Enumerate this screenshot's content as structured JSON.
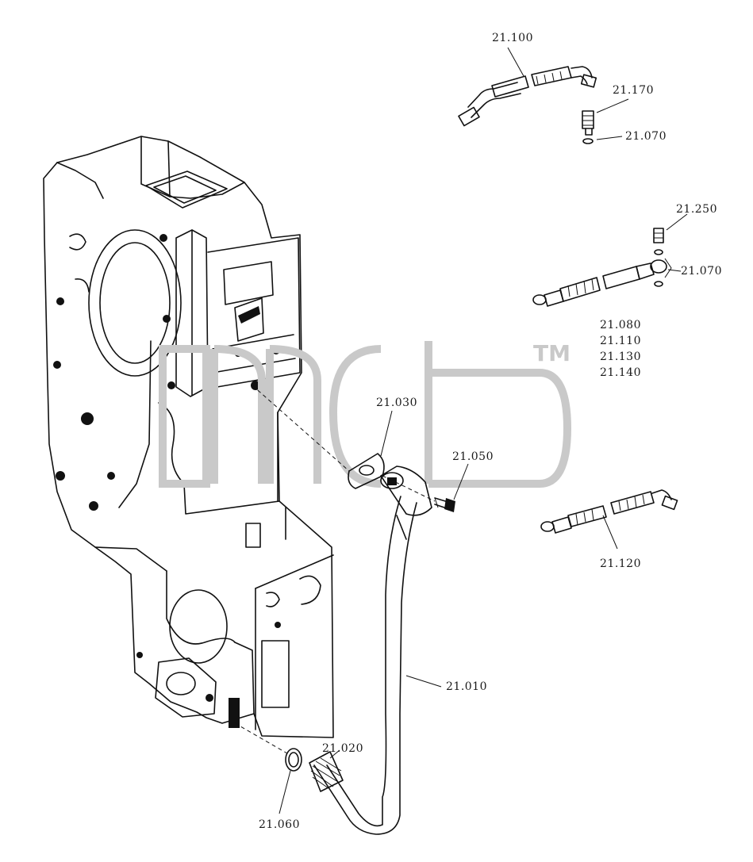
{
  "watermark": {
    "mark": "TM"
  },
  "callouts": {
    "c21100": "21.100",
    "c21170": "21.170",
    "c21070a": "21.070",
    "c21250": "21.250",
    "c21070b": "21.070",
    "c21080": "21.080",
    "c21110": "21.110",
    "c21130": "21.130",
    "c21140": "21.140",
    "c21030": "21.030",
    "c21050": "21.050",
    "c21120": "21.120",
    "c21010": "21.010",
    "c21020": "21.020",
    "c21060": "21.060"
  }
}
